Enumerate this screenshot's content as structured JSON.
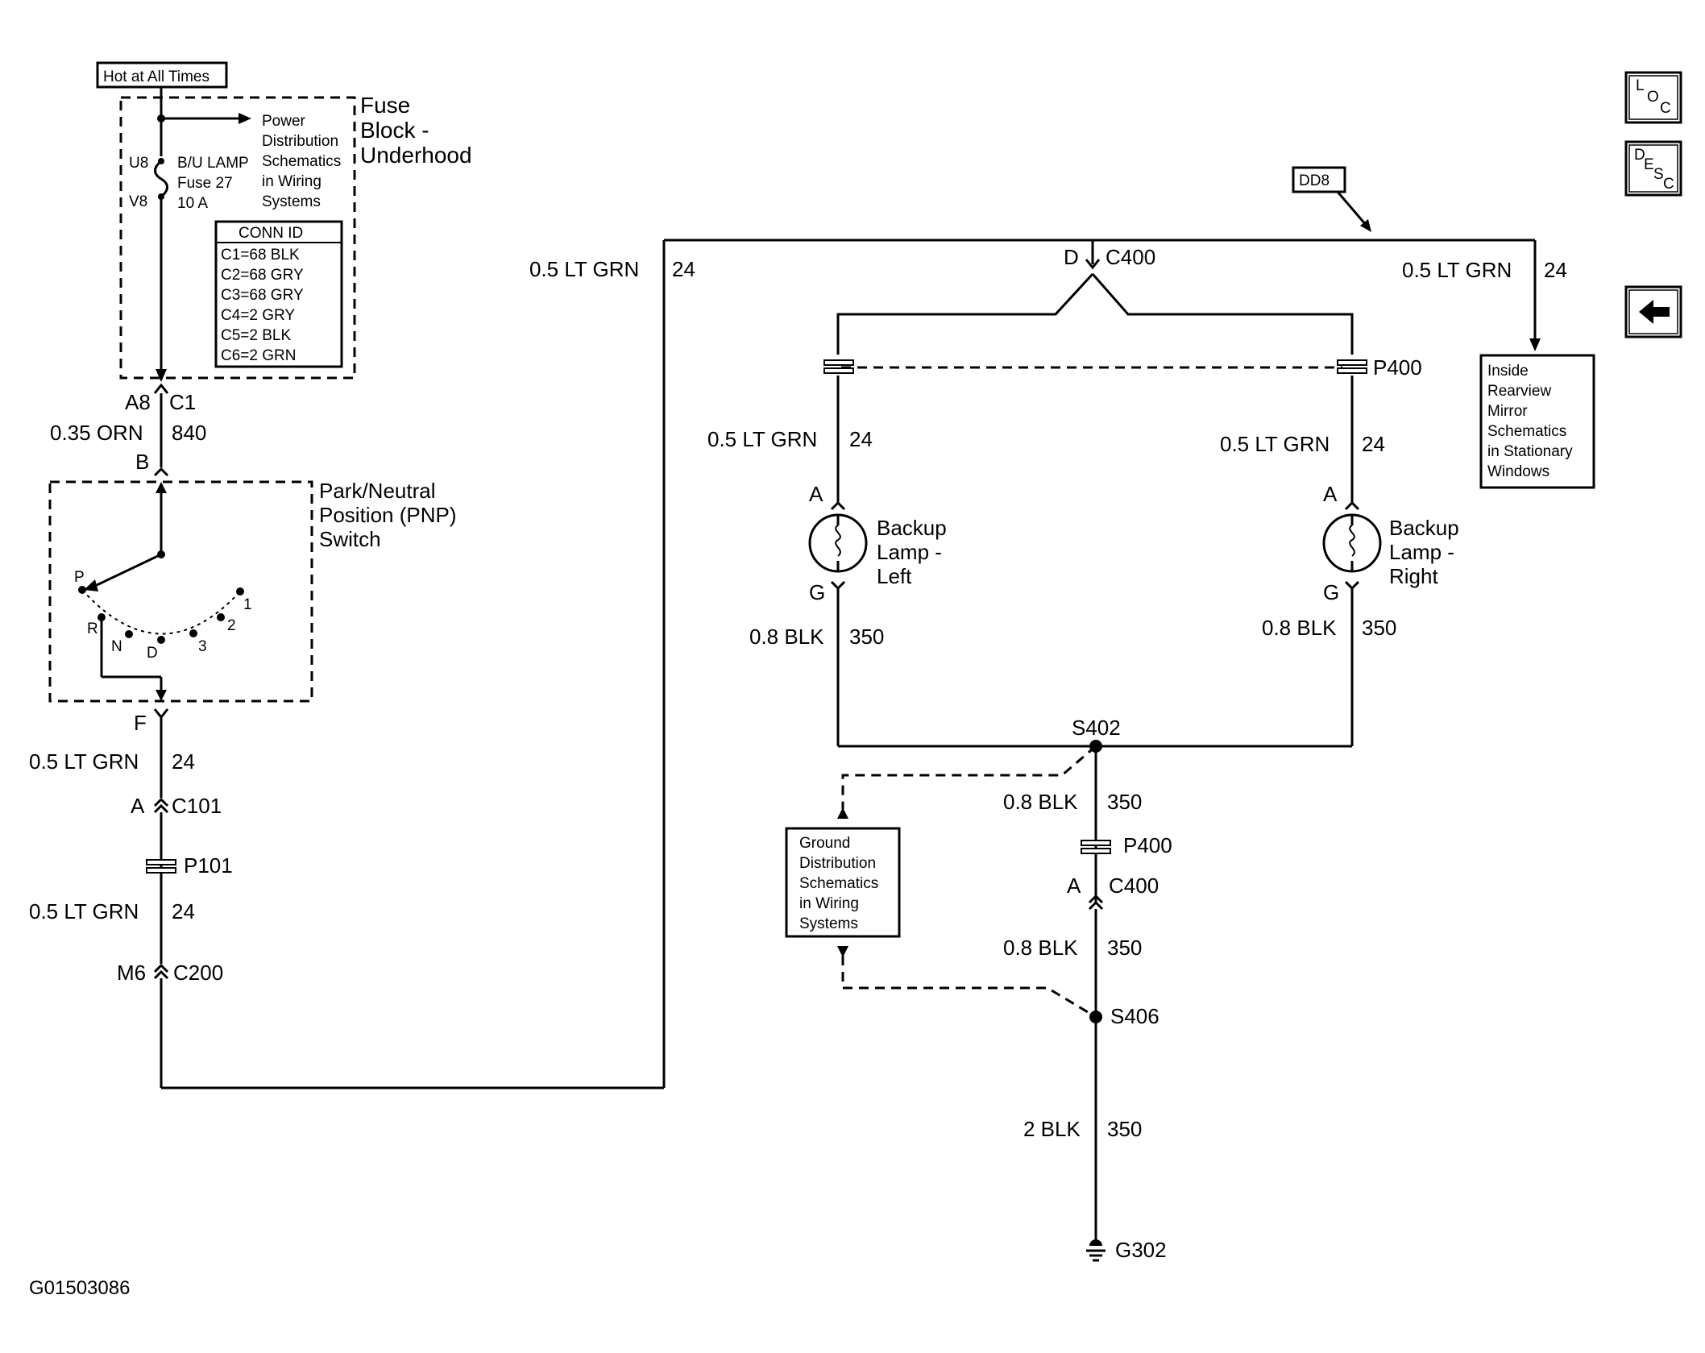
{
  "top_label": "Hot at All Times",
  "fuse_block": {
    "title_lines": [
      "Fuse",
      "Block -",
      "Underhood"
    ],
    "pin_top": "U8",
    "pin_bottom": "V8",
    "fuse_lines": [
      "B/U LAMP",
      "Fuse 27",
      "10 A"
    ],
    "power_ref_lines": [
      "Power",
      "Distribution",
      "Schematics",
      "in Wiring",
      "Systems"
    ],
    "conn_id_header": "CONN ID",
    "conn_ids": [
      "C1=68 BLK",
      "C2=68 GRY",
      "C3=68 GRY",
      "C4=2 GRY",
      "C5=2 BLK",
      "C6=2 GRN"
    ]
  },
  "left_wires": {
    "c1_pin": "A8",
    "c1": "C1",
    "w1_gauge": "0.35 ORN",
    "w1_circuit": "840",
    "pnp_top_pin": "B",
    "pnp_bottom_pin": "F",
    "w2_gauge": "0.5 LT GRN",
    "w2_circuit": "24",
    "c101_pin": "A",
    "c101": "C101",
    "p101": "P101",
    "w3_gauge": "0.5 LT GRN",
    "w3_circuit": "24",
    "c200_pin": "M6",
    "c200": "C200"
  },
  "pnp_switch": {
    "title_lines": [
      "Park/Neutral",
      "Position (PNP)",
      "Switch"
    ],
    "positions": [
      "P",
      "R",
      "N",
      "D",
      "3",
      "2",
      "1"
    ]
  },
  "trunk": {
    "left_gauge": "0.5 LT GRN",
    "left_circuit": "24",
    "c400_pin": "D",
    "c400": "C400",
    "dd8": "DD8",
    "right_gauge": "0.5 LT GRN",
    "right_circuit": "24",
    "mirror_ref_lines": [
      "Inside",
      "Rearview",
      "Mirror",
      "Schematics",
      "in Stationary",
      "Windows"
    ]
  },
  "lamps": {
    "p400": "P400",
    "left": {
      "gauge_in": "0.5 LT GRN",
      "circuit_in": "24",
      "pin_a": "A",
      "pin_g": "G",
      "name_lines": [
        "Backup",
        "Lamp -",
        "Left"
      ],
      "gauge_out": "0.8 BLK",
      "circuit_out": "350"
    },
    "right": {
      "gauge_in": "0.5 LT GRN",
      "circuit_in": "24",
      "pin_a": "A",
      "pin_g": "G",
      "name_lines": [
        "Backup",
        "Lamp -",
        "Right"
      ],
      "gauge_out": "0.8 BLK",
      "circuit_out": "350"
    }
  },
  "ground": {
    "s402": "S402",
    "w1_gauge": "0.8 BLK",
    "w1_circuit": "350",
    "p400": "P400",
    "c400_pin": "A",
    "c400": "C400",
    "w2_gauge": "0.8 BLK",
    "w2_circuit": "350",
    "s406": "S406",
    "w3_gauge": "2 BLK",
    "w3_circuit": "350",
    "g302": "G302",
    "ground_ref_lines": [
      "Ground",
      "Distribution",
      "Schematics",
      "in Wiring",
      "Systems"
    ]
  },
  "figure_id": "G01503086",
  "nav": {
    "loc_letters": [
      "L",
      "O",
      "C"
    ],
    "desc_letters": [
      "D",
      "E",
      "S",
      "C"
    ],
    "back_icon": "left-arrow-icon"
  }
}
